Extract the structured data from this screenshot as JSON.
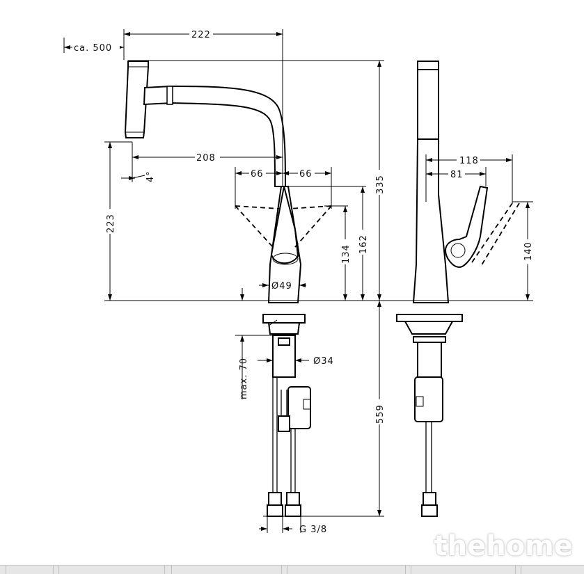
{
  "dimensions": {
    "d222": "222",
    "d_ca500": "ca. 500",
    "d208": "208",
    "d_angle": "4°",
    "d66_left": "66",
    "d66_right": "66",
    "d223": "223",
    "d134": "134",
    "d162": "162",
    "d335": "335",
    "d_dia49": "Ø49",
    "d_max70": "max. 70",
    "d_dia34": "Ø34",
    "d559": "559",
    "d_g38": "G 3/8",
    "d118": "118",
    "d81": "81",
    "d140": "140"
  },
  "watermark": "thehome"
}
